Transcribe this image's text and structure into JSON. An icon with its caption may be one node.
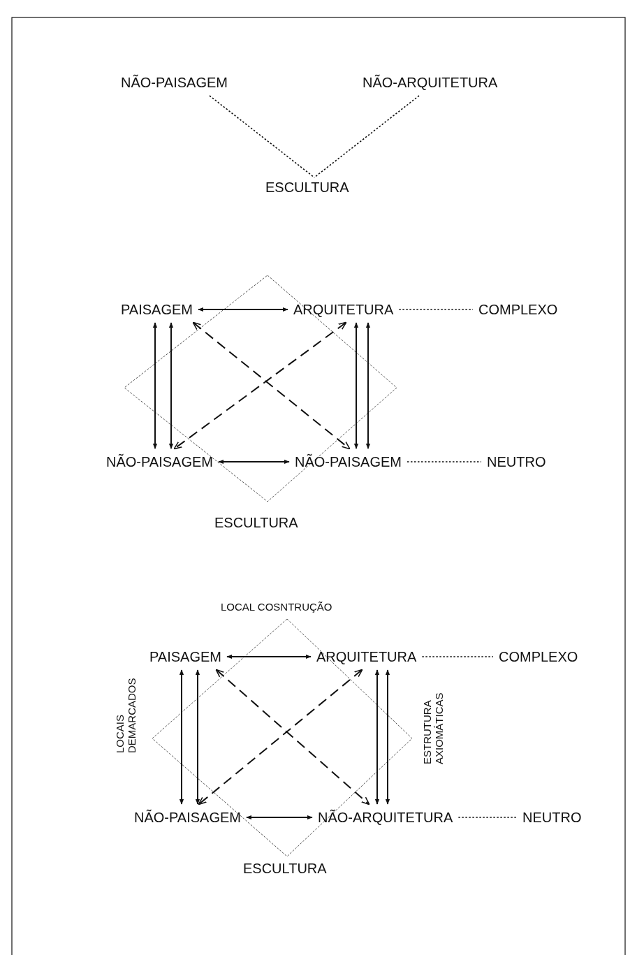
{
  "diagram": {
    "nodes": [
      {
        "text": [
          "NÃO-PAISAGEM"
        ]
      },
      {
        "text": [
          "NÃO-ARQUITETURA"
        ]
      },
      {
        "text": [
          "ESCULTURA"
        ]
      },
      {
        "text": [
          "PAISAGEM"
        ]
      },
      {
        "text": [
          "ARQUITETURA"
        ]
      },
      {
        "text": [
          "COMPLEXO"
        ]
      },
      {
        "text": [
          "NÃO-PAISAGEM"
        ]
      },
      {
        "text": [
          "NÃO-PAISAGEM"
        ]
      },
      {
        "text": [
          "NEUTRO"
        ]
      },
      {
        "text": [
          "PAISAGEM"
        ]
      },
      {
        "text": [
          "ARQUITETURA"
        ]
      },
      {
        "text": [
          "COMPLEXO"
        ]
      },
      {
        "text": [
          "NÃO-PAISAGEM"
        ]
      },
      {
        "text": [
          "NÃO-ARQUITETURA"
        ]
      },
      {
        "text": [
          "NEUTRO"
        ]
      }
    ],
    "edges": [
      {
        "from": 0,
        "to": 2,
        "arrow": "none",
        "style": "dashed"
      },
      {
        "from": 1,
        "to": 2,
        "arrow": "none",
        "style": "dashed"
      },
      {
        "from": 3,
        "to": 4,
        "arrow": "both"
      },
      {
        "from": 4,
        "to": 5,
        "arrow": "none",
        "style": "dashed"
      },
      {
        "from": 3,
        "to": 6,
        "arrow": "both"
      },
      {
        "from": 3,
        "to": 6,
        "arrow": "both"
      },
      {
        "from": 4,
        "to": 7,
        "arrow": "both"
      },
      {
        "from": 4,
        "to": 7,
        "arrow": "both"
      },
      {
        "from": 4,
        "to": 6,
        "arrow": "both",
        "style": "dashed"
      },
      {
        "from": 3,
        "to": 7,
        "arrow": "both",
        "style": "dashed"
      },
      {
        "from": 6,
        "to": 7,
        "arrow": "both"
      },
      {
        "from": 7,
        "to": 8,
        "arrow": "none",
        "style": "dashed"
      },
      {
        "from": 9,
        "to": 10,
        "arrow": "both"
      },
      {
        "from": 10,
        "to": 11,
        "arrow": "none",
        "style": "dashed"
      },
      {
        "from": 9,
        "to": 12,
        "arrow": "both"
      },
      {
        "from": 9,
        "to": 12,
        "arrow": "both"
      },
      {
        "from": 10,
        "to": 13,
        "arrow": "both"
      },
      {
        "from": 10,
        "to": 13,
        "arrow": "both"
      },
      {
        "from": 10,
        "to": 12,
        "arrow": "both",
        "style": "dashed"
      },
      {
        "from": 9,
        "to": 13,
        "arrow": "both",
        "style": "dashed"
      },
      {
        "from": 12,
        "to": 13,
        "arrow": "both"
      },
      {
        "from": 13,
        "to": 14,
        "arrow": "none",
        "style": "dashed"
      }
    ],
    "labels": [
      "ESCULTURA",
      "LOCAL COSNTRUÇÃO",
      "LOCAIS DEMARCADOS",
      "ESTRUTURA AXIOMÁTICAS",
      "ESCULTURA"
    ]
  }
}
